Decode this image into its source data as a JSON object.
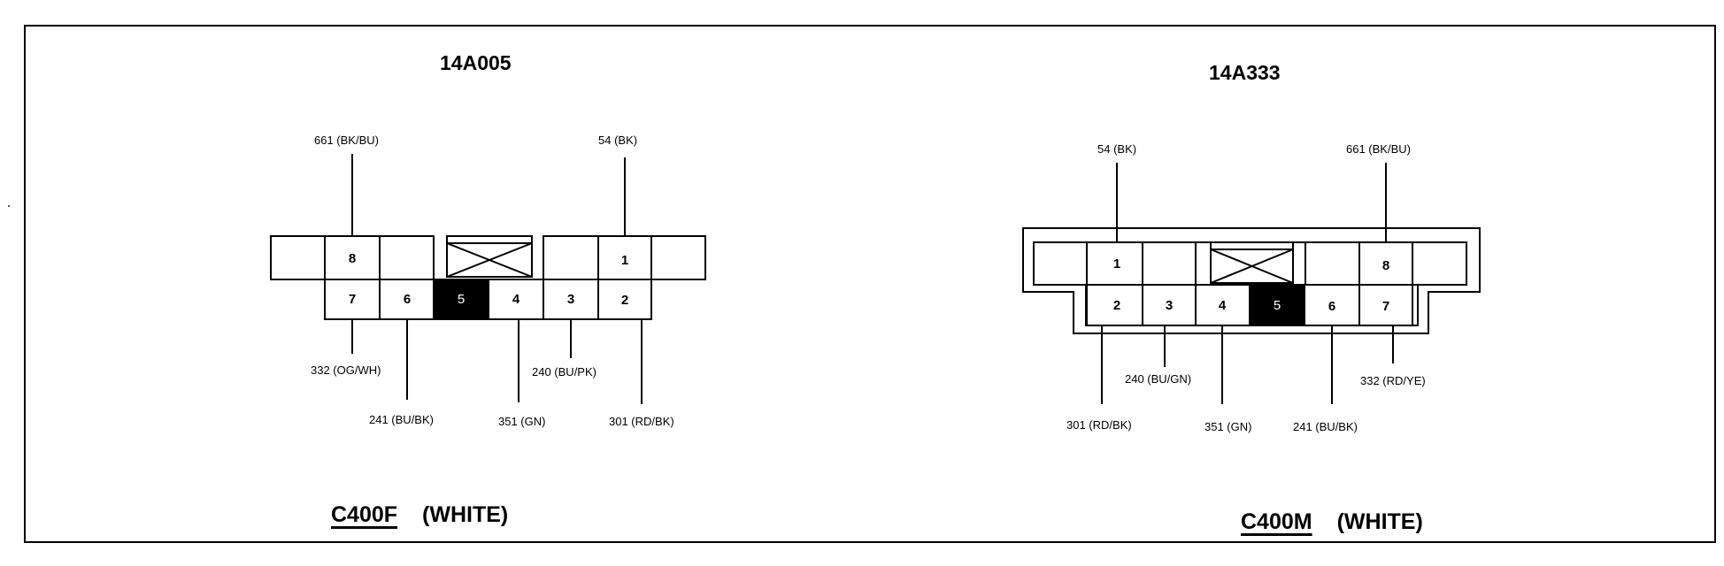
{
  "left_connector": {
    "part_number": "14A005",
    "connector_id": "C400F",
    "connector_type": "(WHITE)",
    "pins": {
      "p1": "1",
      "p2": "2",
      "p3": "3",
      "p4": "4",
      "p5": "5",
      "p6": "6",
      "p7": "7",
      "p8": "8"
    },
    "wires": {
      "w661": "661 (BK/BU)",
      "w54": "54 (BK)",
      "w332": "332 (OG/WH)",
      "w241": "241 (BU/BK)",
      "w351": "351 (GN)",
      "w240": "240 (BU/PK)",
      "w301": "301 (RD/BK)"
    }
  },
  "right_connector": {
    "part_number": "14A333",
    "connector_id": "C400M",
    "connector_type": "(WHITE)",
    "pins": {
      "p1": "1",
      "p2": "2",
      "p3": "3",
      "p4": "4",
      "p5": "5",
      "p6": "6",
      "p7": "7",
      "p8": "8"
    },
    "wires": {
      "w54": "54 (BK)",
      "w661": "661 (BK/BU)",
      "w240": "240 (BU/GN)",
      "w332": "332 (RD/YE)",
      "w301": "301 (RD/BK)",
      "w351": "351 (GN)",
      "w241": "241 (BU/BK)"
    }
  },
  "colors": {
    "line": "#000000",
    "background": "#ffffff",
    "blocked_pin": "#000000",
    "blocked_pin_text": "#ffffff"
  }
}
